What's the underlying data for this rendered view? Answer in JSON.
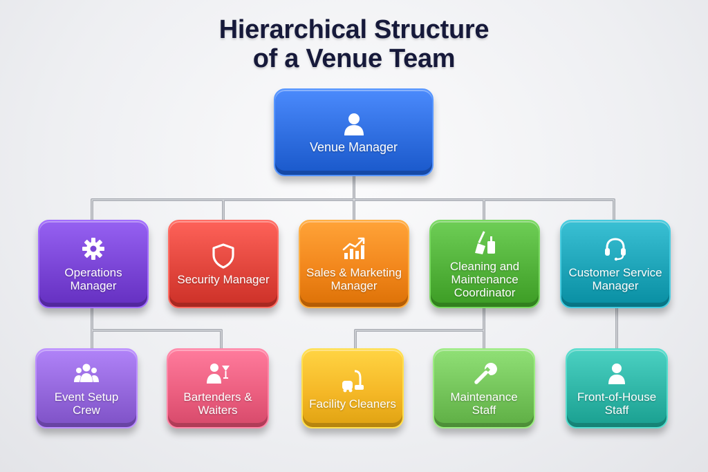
{
  "title": {
    "line1": "Hierarchical Structure",
    "line2": "of a Venue Team"
  },
  "root": {
    "label": "Venue Manager",
    "icon": "person-icon",
    "color": "#2f6ee0"
  },
  "managers": [
    {
      "label": "Operations Manager",
      "icon": "gear-icon",
      "color": "#7a45d6"
    },
    {
      "label": "Security Manager",
      "icon": "shield-icon",
      "color": "#e2463d"
    },
    {
      "label": "Sales & Marketing Manager",
      "icon": "chart-icon",
      "color": "#f2871c"
    },
    {
      "label": "Cleaning and Maintenance Coordinator",
      "icon": "broom-icon",
      "color": "#52b23a"
    },
    {
      "label": "Customer Service Manager",
      "icon": "headset-icon",
      "color": "#1ea4b8"
    }
  ],
  "staff": [
    {
      "label": "Event Setup Crew",
      "icon": "group-icon",
      "color": "#9467dc"
    },
    {
      "label": "Bartenders & Waiters",
      "icon": "bartender-icon",
      "color": "#ec5f80"
    },
    {
      "label": "Facility Cleaners",
      "icon": "vacuum-icon",
      "color": "#f5b827"
    },
    {
      "label": "Maintenance Staff",
      "icon": "wrench-icon",
      "color": "#74c45a"
    },
    {
      "label": "Front-of-House Staff",
      "icon": "person-icon",
      "color": "#2fb5a6"
    }
  ]
}
